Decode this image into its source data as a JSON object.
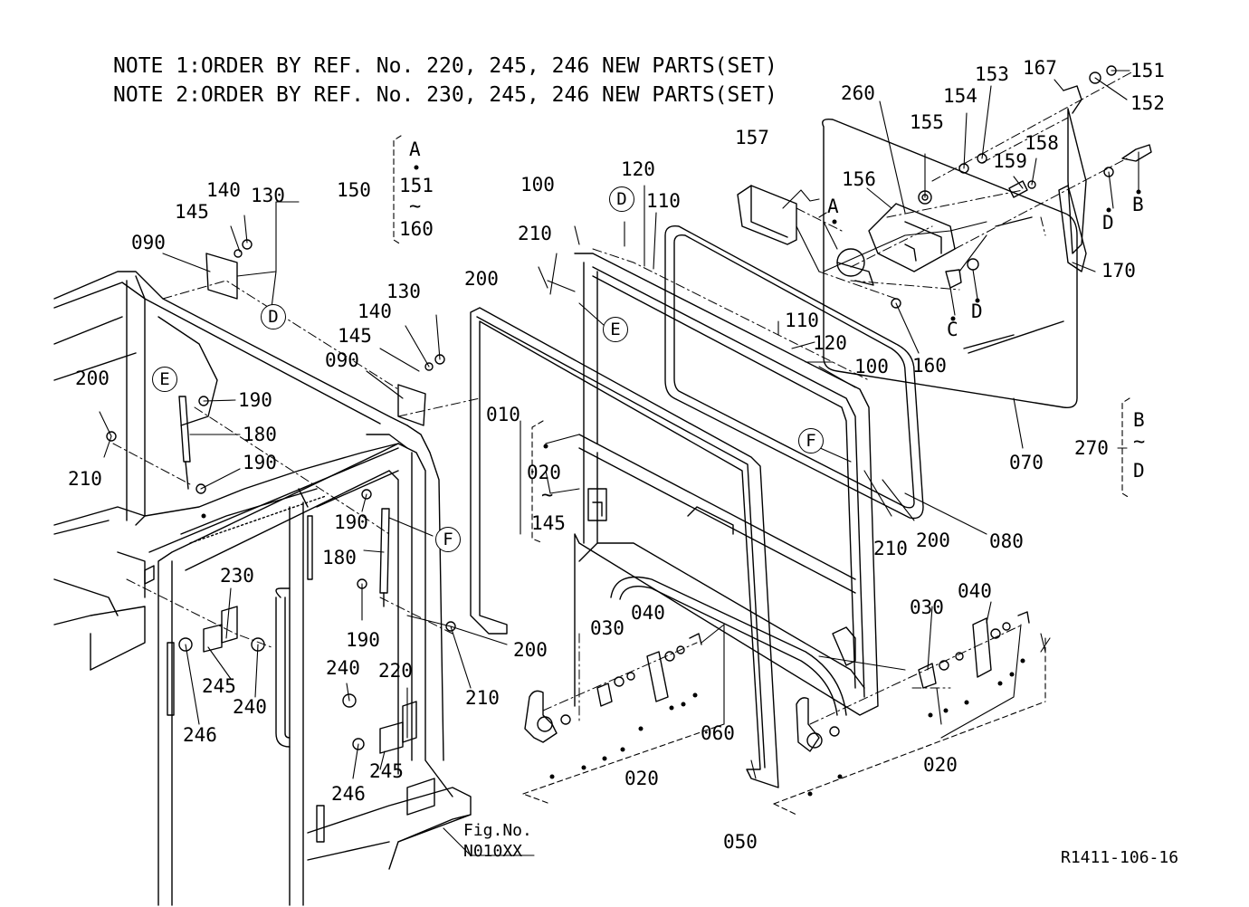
{
  "notes": {
    "note1": "NOTE 1:ORDER BY REF. No. 220, 245, 246 NEW PARTS(SET)",
    "note2": "NOTE 2:ORDER BY REF. No. 230, 245, 246 NEW PARTS(SET)"
  },
  "parts": {
    "p010": "010",
    "p020a": "020",
    "p020b": "020",
    "p020c": "020",
    "p030a": "030",
    "p030b": "030",
    "p040a": "040",
    "p040b": "040",
    "p050": "050",
    "p060": "060",
    "p070": "070",
    "p080": "080",
    "p090a": "090",
    "p090b": "090",
    "p100a": "100",
    "p100b": "100",
    "p110a": "110",
    "p110b": "110",
    "p120a": "120",
    "p120b": "120",
    "p130a": "130",
    "p130b": "130",
    "p140a": "140",
    "p140b": "140",
    "p145a": "145",
    "p145b": "145",
    "p145c": "145",
    "p150": "150",
    "p151a": "151",
    "p151b": "151",
    "p152": "152",
    "p153": "153",
    "p154": "154",
    "p155": "155",
    "p156": "156",
    "p157": "157",
    "p158": "158",
    "p159": "159",
    "p160a": "160",
    "p160b": "160",
    "p167": "167",
    "p170": "170",
    "p180a": "180",
    "p180b": "180",
    "p190a": "190",
    "p190b": "190",
    "p190c": "190",
    "p190d": "190",
    "p200a": "200",
    "p200b": "200",
    "p200c": "200",
    "p200d": "200",
    "p210a": "210",
    "p210b": "210",
    "p210c": "210",
    "p210d": "210",
    "p220": "220",
    "p230": "230",
    "p240a": "240",
    "p240b": "240",
    "p245a": "245",
    "p245b": "245",
    "p246a": "246",
    "p246b": "246",
    "p260": "260",
    "p270": "270"
  },
  "refs": {
    "A1": "A",
    "A2": "A",
    "B1": "B",
    "B2": "B",
    "C1": "C",
    "D1": "D",
    "D2": "D",
    "D3": "D",
    "D4": "D",
    "D5": "D",
    "E1": "E",
    "E2": "E",
    "F1": "F",
    "F2": "F",
    "tilde": "~"
  },
  "figure": {
    "fig_label": "Fig.No.",
    "fig_number": "N010XX",
    "drawing_code": "R1411-106-16"
  }
}
